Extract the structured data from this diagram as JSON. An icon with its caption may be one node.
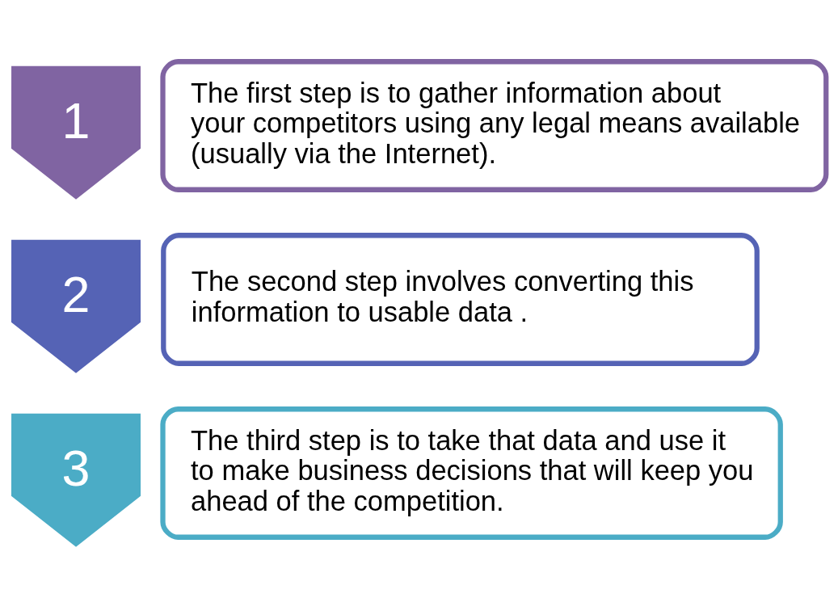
{
  "diagram": {
    "nodes": [
      {
        "text": [
          "1"
        ]
      },
      {
        "text": [
          "The first step is to gather information about your competitors using any legal means available (usually via the Internet)."
        ]
      },
      {
        "text": [
          "2"
        ]
      },
      {
        "text": [
          "The second step involves converting this information to usable data ."
        ]
      },
      {
        "text": [
          "3"
        ]
      },
      {
        "text": [
          "The third step is to take that data and use it to make business decisions that will keep you ahead of the competition."
        ]
      }
    ]
  }
}
